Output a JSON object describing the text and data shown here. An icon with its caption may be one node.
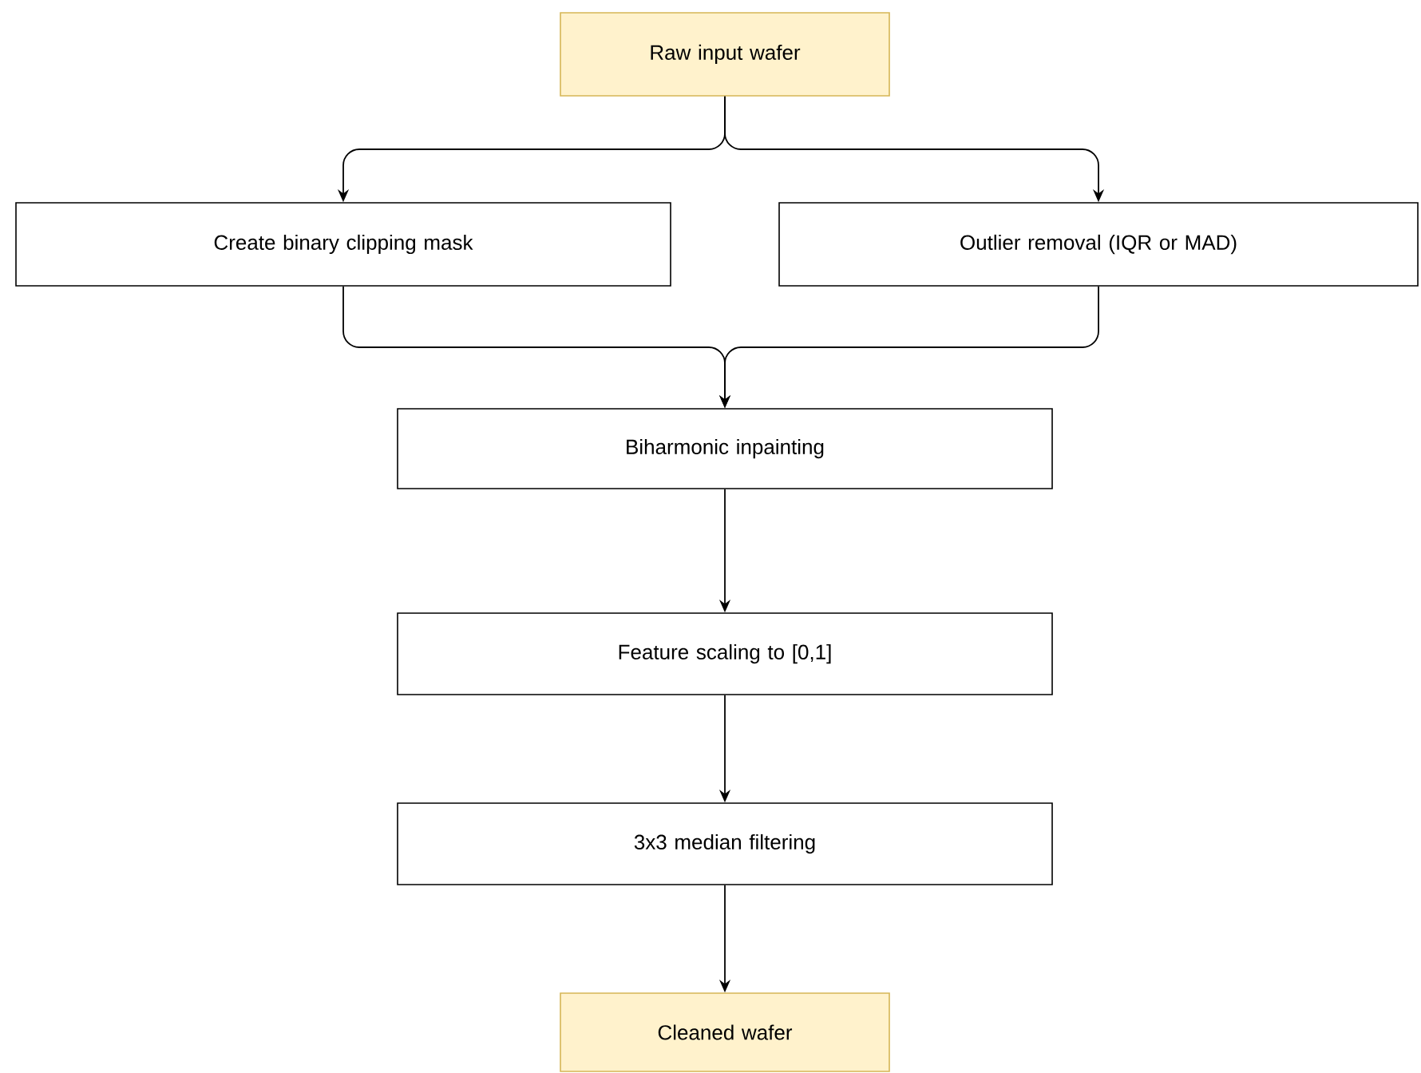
{
  "diagram": {
    "nodes": [
      {
        "text": [
          "Raw input wafer"
        ]
      },
      {
        "text": [
          "Create binary clipping mask"
        ]
      },
      {
        "text": [
          "Outlier removal (IQR or MAD)"
        ]
      },
      {
        "text": [
          "Biharmonic inpainting"
        ]
      },
      {
        "text": [
          "Feature scaling to [0,1]"
        ]
      },
      {
        "text": [
          "3x3 median filtering"
        ]
      },
      {
        "text": [
          "Cleaned wafer"
        ]
      }
    ],
    "edges": [
      {
        "from": 0,
        "to": 1,
        "arrow": "to"
      },
      {
        "from": 0,
        "to": 2,
        "arrow": "to"
      },
      {
        "from": 1,
        "to": 3,
        "arrow": "to"
      },
      {
        "from": 2,
        "to": 3,
        "arrow": "to"
      },
      {
        "from": 3,
        "to": 4,
        "arrow": "to"
      },
      {
        "from": 4,
        "to": 5,
        "arrow": "to"
      },
      {
        "from": 5,
        "to": 6,
        "arrow": "to"
      }
    ]
  }
}
